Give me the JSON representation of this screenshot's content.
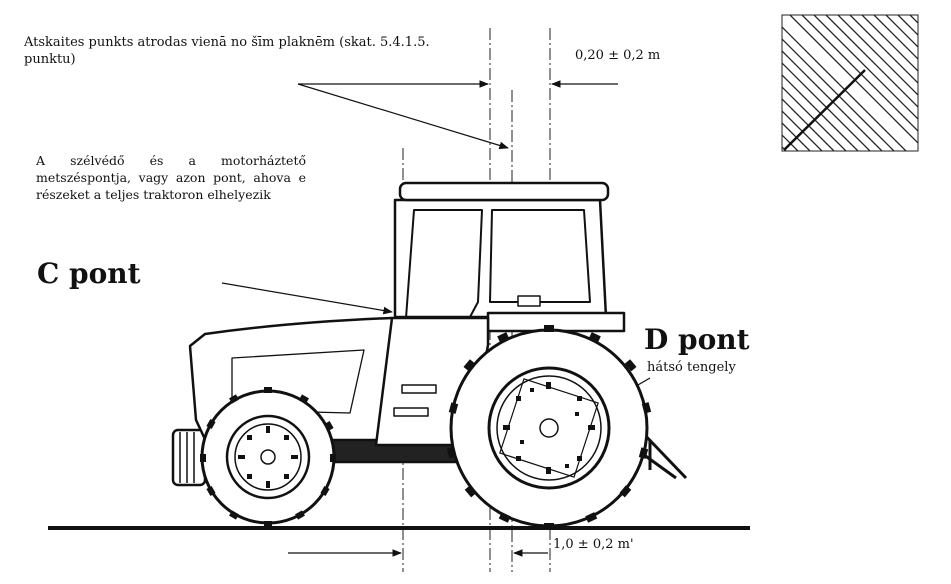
{
  "annotations": {
    "reference_point_note": "Atskaites punkts atrodas vienā no šīm plaknēm (skat. 5.4.1.5.\npunktu)",
    "c_point_description": "A szélvédő és a motorháztető metszéspontja, vagy azon pont, ahova e részeket a teljes traktoron elhelyezik",
    "c_point_label": "C pont",
    "d_point_label": "D pont",
    "rear_axle_label": "hátsó tengely",
    "upper_dimension": "0,20 ± 0,2 m",
    "lower_dimension": "1,0 ± 0,2 m'"
  }
}
